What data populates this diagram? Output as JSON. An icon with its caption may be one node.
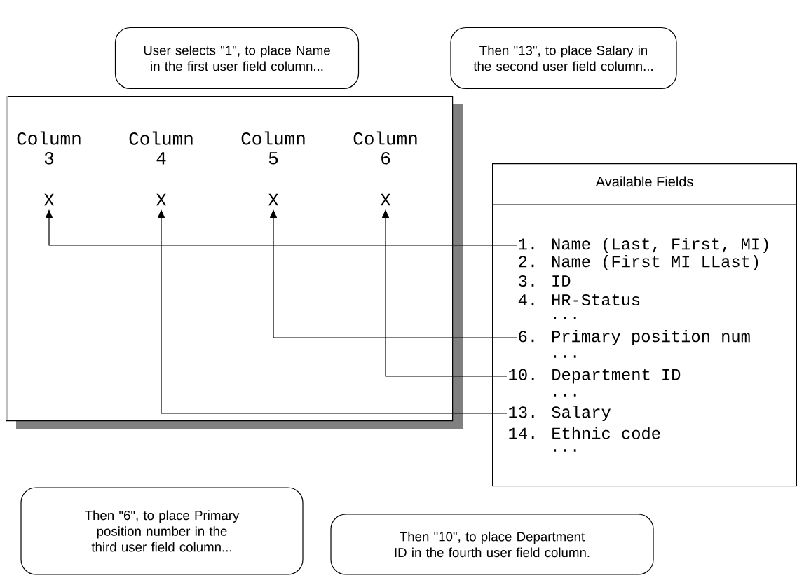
{
  "diagram": {
    "nodes": [
      {
        "text": [
          "User selects \"1\", to place Name in the first user field column..."
        ]
      },
      {
        "text": [
          "Then \"13\", to place Salary in the second user field column..."
        ]
      },
      {
        "text": [],
        "shape": "box"
      },
      {
        "text": [
          "Column 3"
        ],
        "in": 2
      },
      {
        "text": [
          "Column 4"
        ],
        "in": 2
      },
      {
        "text": [
          "Column 5"
        ],
        "in": 2
      },
      {
        "text": [
          "Column 6"
        ],
        "in": 2
      },
      {
        "text": [
          "X"
        ],
        "in": 2
      },
      {
        "text": [
          "X"
        ],
        "in": 2
      },
      {
        "text": [
          "X"
        ],
        "in": 2
      },
      {
        "text": [
          "X"
        ],
        "in": 2
      },
      {
        "text": [
          "Available Fields"
        ]
      },
      {
        "text": [
          "1. Name (Last, First, MI)"
        ],
        "in": 11
      },
      {
        "text": [
          "2. Name (First MI LLast)"
        ],
        "in": 11
      },
      {
        "text": [
          "3. ID"
        ],
        "in": 11
      },
      {
        "text": [
          "4. HR-Status"
        ],
        "in": 11
      },
      {
        "text": [
          "..."
        ],
        "in": 11
      },
      {
        "text": [
          "6. Primary position num"
        ],
        "in": 11
      },
      {
        "text": [
          "..."
        ],
        "in": 11
      },
      {
        "text": [
          "10. Department ID"
        ],
        "in": 11
      },
      {
        "text": [
          "..."
        ],
        "in": 11
      },
      {
        "text": [
          "13. Salary"
        ],
        "in": 11
      },
      {
        "text": [
          "14. Ethnic code"
        ],
        "in": 11
      },
      {
        "text": [
          "..."
        ],
        "in": 11
      },
      {
        "text": [
          "Then \"6\", to place Primary position number in the third user field column..."
        ]
      },
      {
        "text": [
          "Then \"10\", to place Department ID in the fourth user field column."
        ]
      }
    ],
    "edges": [
      {
        "from": 12,
        "to": 7,
        "arrow": "to"
      },
      {
        "from": 17,
        "to": 9,
        "arrow": "to"
      },
      {
        "from": 19,
        "to": 10,
        "arrow": "to"
      },
      {
        "from": 21,
        "to": 8,
        "arrow": "to"
      }
    ]
  }
}
